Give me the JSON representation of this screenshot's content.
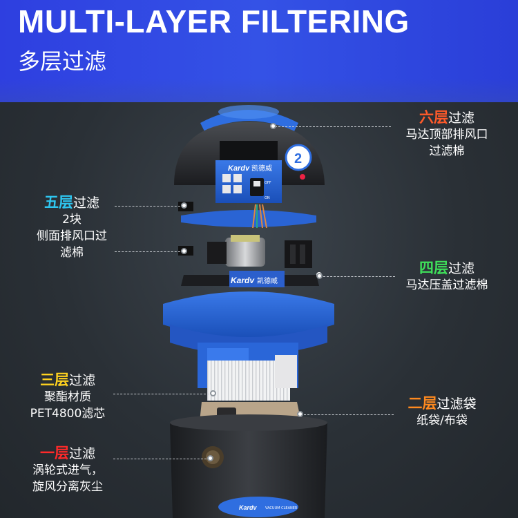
{
  "header": {
    "title": "MULTI-LAYER FILTERING",
    "subtitle": "多层过滤"
  },
  "product": {
    "brand": "Kardv",
    "brand_cn": "凯德威",
    "badge_number": "2",
    "switch_off": "OFF",
    "switch_on": "ON",
    "base_badge": "VACUUM CLEANER"
  },
  "layers": [
    {
      "num": "六层",
      "suffix": "过滤",
      "lines": [
        "马达顶部排风口",
        "过滤棉"
      ],
      "color": "#ff5a2a"
    },
    {
      "num": "五层",
      "suffix": "过滤",
      "lines": [
        "2块",
        "侧面排风口过",
        "滤棉"
      ],
      "color": "#2ec6f0"
    },
    {
      "num": "四层",
      "suffix": "过滤",
      "lines": [
        "马达压盖过滤棉"
      ],
      "color": "#3fe05a"
    },
    {
      "num": "三层",
      "suffix": "过滤",
      "lines": [
        "聚酯材质",
        "PET4800滤芯"
      ],
      "color": "#ffd21f"
    },
    {
      "num": "二层",
      "suffix": "过滤袋",
      "lines": [
        "纸袋/布袋"
      ],
      "color": "#ff8a1f"
    },
    {
      "num": "一层",
      "suffix": "过滤",
      "lines": [
        "涡轮式进气，",
        "旋风分离灰尘"
      ],
      "color": "#ff2a2a"
    }
  ]
}
